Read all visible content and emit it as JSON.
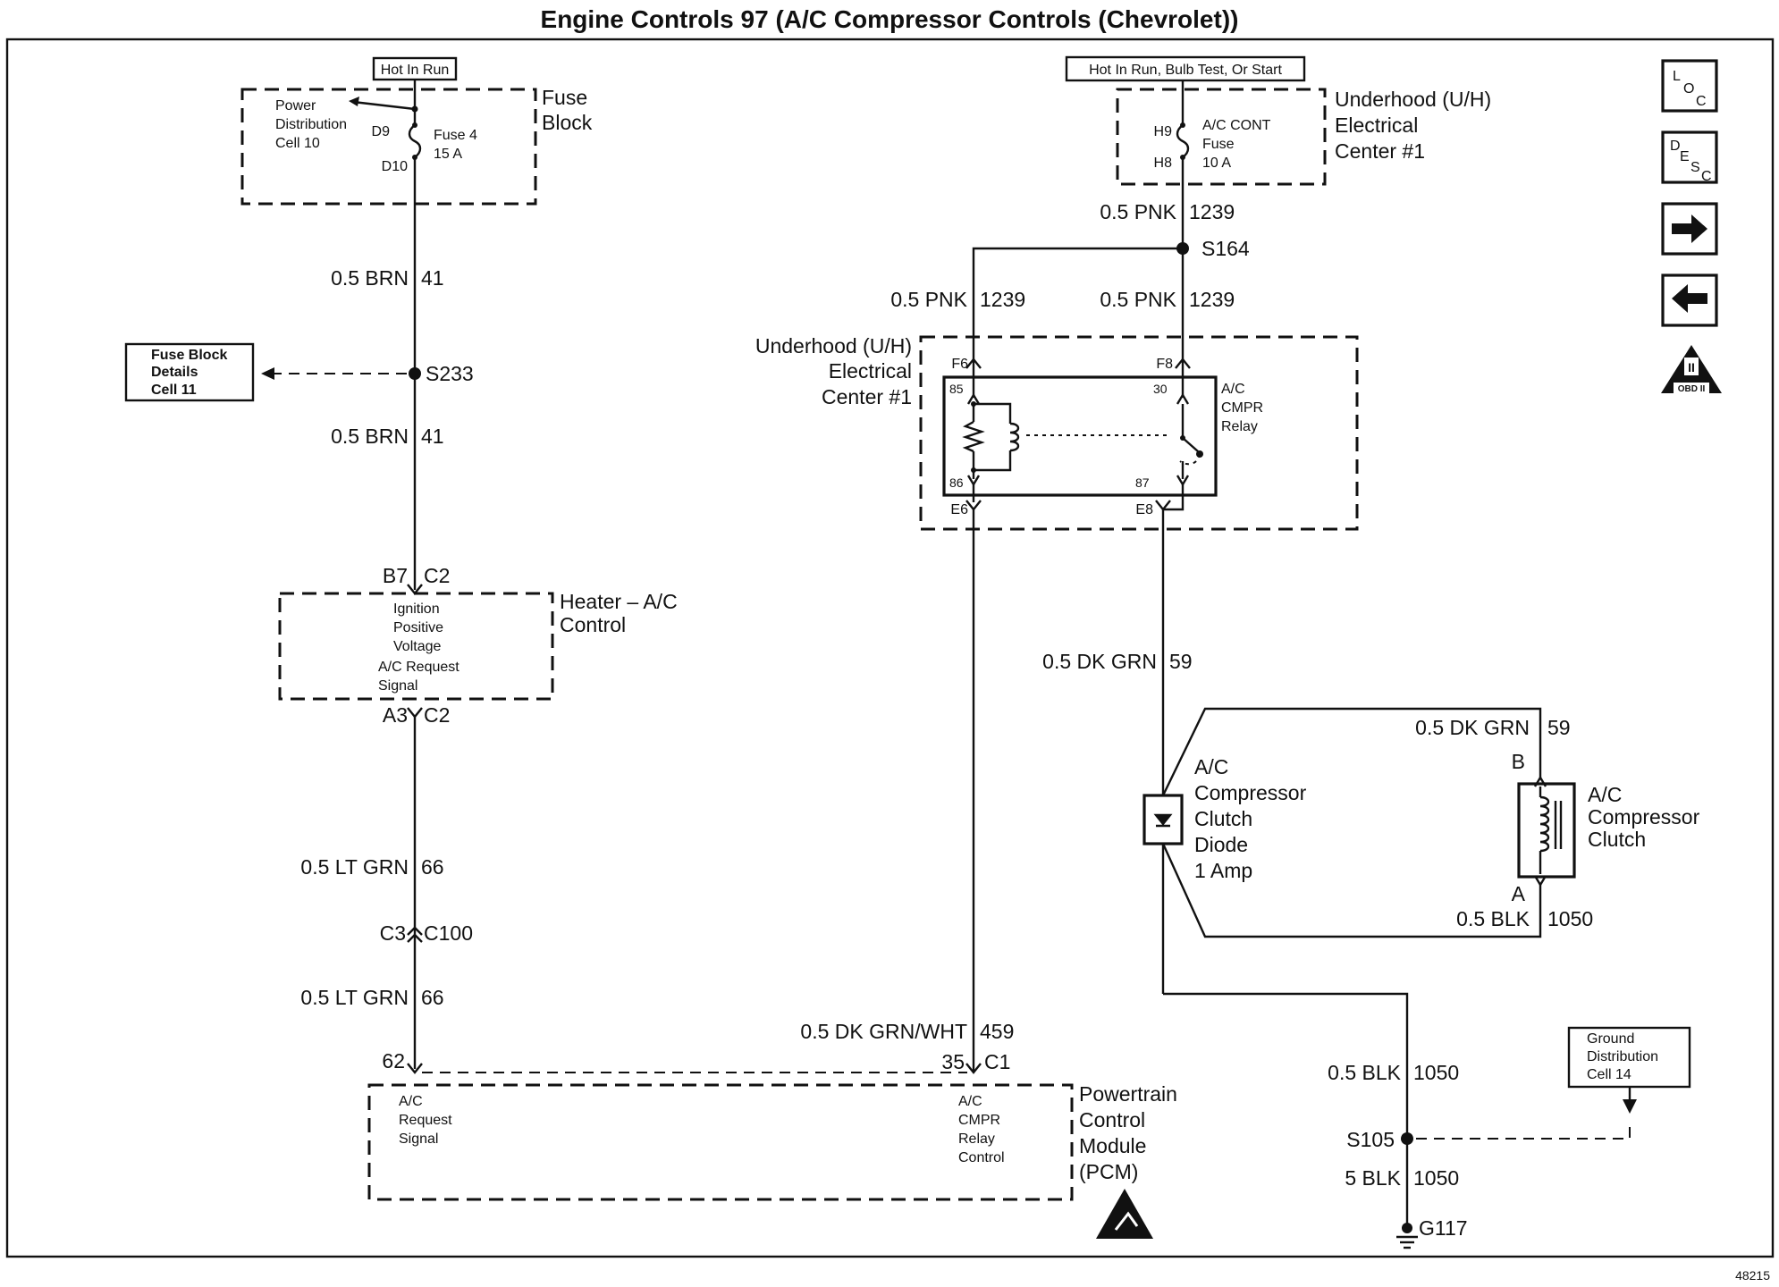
{
  "title": "Engine Controls 97 (A/C Compressor Controls (Chevrolet))",
  "figure_number": "48215",
  "nav_icons": {
    "loc_l": "L",
    "loc_o": "O",
    "loc_c": "C",
    "desc_d": "D",
    "desc_e": "E",
    "desc_s": "S",
    "desc_c": "C",
    "next": "arrow-right-icon",
    "prev": "arrow-left-icon",
    "obd_badge": "OBD II",
    "obd_symbol": "II"
  },
  "fuse_block": {
    "power_label": "Hot In Run",
    "name_line1": "Fuse",
    "name_line2": "Block",
    "pd_line1": "Power",
    "pd_line2": "Distribution",
    "pd_line3": "Cell 10",
    "pin_top": "D9",
    "pin_bottom": "D10",
    "fuse_line1": "Fuse 4",
    "fuse_line2": "15 A"
  },
  "uh_center_top": {
    "power_label": "Hot In Run, Bulb Test, Or Start",
    "name_line1": "Underhood (U/H)",
    "name_line2": "Electrical",
    "name_line3": "Center #1",
    "pin_top": "H9",
    "pin_bottom": "H8",
    "fuse_line1": "A/C CONT",
    "fuse_line2": "Fuse",
    "fuse_line3": "10 A"
  },
  "fuse_block_details": {
    "line1": "Fuse Block",
    "line2": "Details",
    "line3": "Cell 11"
  },
  "splices": {
    "s233": "S233",
    "s164": "S164",
    "s105": "S105"
  },
  "wires": {
    "brn_41_a_size": "0.5 BRN",
    "brn_41_a_circuit": "41",
    "brn_41_b_size": "0.5 BRN",
    "brn_41_b_circuit": "41",
    "pnk_1239_a_size": "0.5 PNK",
    "pnk_1239_a_circuit": "1239",
    "pnk_1239_b_size": "0.5 PNK",
    "pnk_1239_b_circuit": "1239",
    "pnk_1239_c_size": "0.5 PNK",
    "pnk_1239_c_circuit": "1239",
    "ltgrn_66_a_size": "0.5 LT GRN",
    "ltgrn_66_a_circuit": "66",
    "ltgrn_66_b_size": "0.5 LT GRN",
    "ltgrn_66_b circuit": "66",
    "ltgrn_66_b_circuit": "66",
    "dkgrn_59_a_size": "0.5 DK GRN",
    "dkgrn_59_a_circuit": "59",
    "dkgrn_59_b_size": "0.5 DK GRN",
    "dkgrn_59_b_circuit": "59",
    "dkgrnwht_459_size": "0.5 DK GRN/WHT",
    "dkgrnwht_459_circuit": "459",
    "blk_1050_a_size": "0.5 BLK",
    "blk_1050_a_circuit": "1050",
    "blk_1050_b_size": "0.5 BLK",
    "blk_1050_b_circuit": "1050",
    "blk_1050_c_size": "5 BLK",
    "blk_1050_c_circuit": "1050"
  },
  "heater_ac": {
    "name_line1": "Heater – A/C",
    "name_line2": "Control",
    "pin_in": "B7",
    "conn_in": "C2",
    "pin_out": "A3",
    "conn_out": "C2",
    "t1": "Ignition",
    "t2": "Positive",
    "t3": "Voltage",
    "t4": "A/C Request",
    "t5": "Signal"
  },
  "c100": {
    "pin": "C3",
    "conn": "C100"
  },
  "uh_center_relay": {
    "name_line1": "Underhood (U/H)",
    "name_line2": "Electrical",
    "name_line3": "Center #1",
    "pin_f6": "F6",
    "pin_f8": "F8",
    "pin_e6": "E6",
    "pin_e8": "E8",
    "term_85": "85",
    "term_86": "86",
    "term_30": "30",
    "term_87": "87",
    "relay_line1": "A/C",
    "relay_line2": "CMPR",
    "relay_line3": "Relay"
  },
  "diode": {
    "line1": "A/C",
    "line2": "Compressor",
    "line3": "Clutch",
    "line4": "Diode",
    "line5": "1 Amp"
  },
  "clutch": {
    "pin_b": "B",
    "pin_a": "A",
    "line1": "A/C",
    "line2": "Compressor",
    "line3": "Clutch"
  },
  "pcm": {
    "pin_62": "62",
    "pin_35": "35",
    "conn_c1": "C1",
    "left_line1": "A/C",
    "left_line2": "Request",
    "left_line3": "Signal",
    "right_line1": "A/C",
    "right_line2": "CMPR",
    "right_line3": "Relay",
    "right_line4": "Control",
    "name_line1": "Powertrain",
    "name_line2": "Control",
    "name_line3": "Module",
    "name_line4": "(PCM)"
  },
  "ground_dist": {
    "line1": "Ground",
    "line2": "Distribution",
    "line3": "Cell 14"
  },
  "ground": {
    "g117": "G117"
  }
}
